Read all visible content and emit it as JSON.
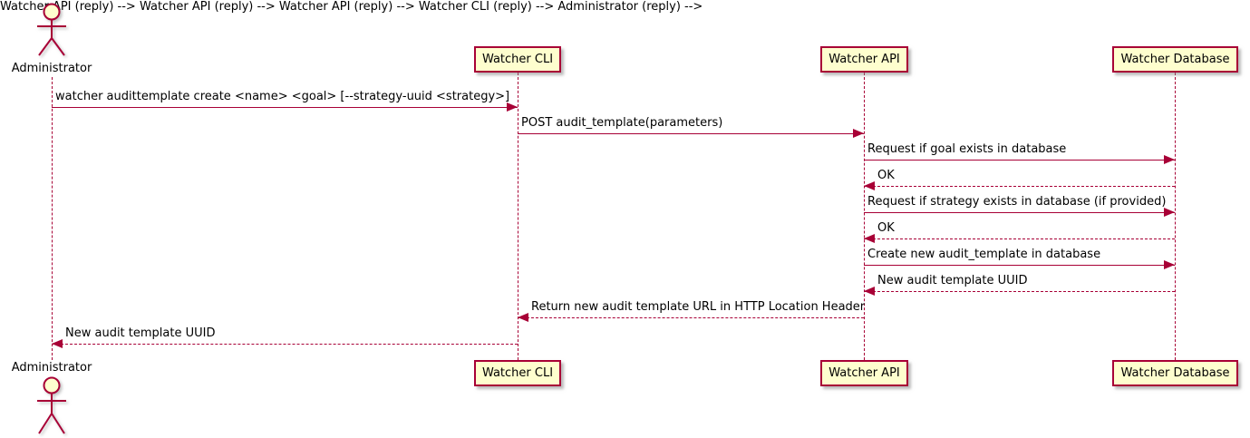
{
  "diagram": {
    "type": "sequence-diagram",
    "tool_style": "plantuml"
  },
  "colors": {
    "participant_fill": "#FEFECE",
    "line_and_border": "#A80036",
    "text": "#000000",
    "background": "#FFFFFF"
  },
  "participants": [
    {
      "id": "administrator",
      "kind": "actor",
      "label": "Administrator"
    },
    {
      "id": "watcher-cli",
      "kind": "participant",
      "label": "Watcher CLI"
    },
    {
      "id": "watcher-api",
      "kind": "participant",
      "label": "Watcher API"
    },
    {
      "id": "watcher-database",
      "kind": "participant",
      "label": "Watcher Database"
    }
  ],
  "messages": [
    {
      "from": "Administrator",
      "to": "Watcher CLI",
      "style": "solid",
      "label": "watcher audittemplate create <name> <goal> [--strategy-uuid <strategy>]"
    },
    {
      "from": "Watcher CLI",
      "to": "Watcher API",
      "style": "solid",
      "label": "POST audit_template(parameters)"
    },
    {
      "from": "Watcher API",
      "to": "Watcher Database",
      "style": "solid",
      "label": "Request if goal exists in database"
    },
    {
      "from": "Watcher Database",
      "to": "Watcher API",
      "style": "dashed",
      "label": "OK"
    },
    {
      "from": "Watcher API",
      "to": "Watcher Database",
      "style": "solid",
      "label": "Request if strategy exists in database (if provided)"
    },
    {
      "from": "Watcher Database",
      "to": "Watcher API",
      "style": "dashed",
      "label": "OK"
    },
    {
      "from": "Watcher API",
      "to": "Watcher Database",
      "style": "solid",
      "label": "Create new audit_template in database"
    },
    {
      "from": "Watcher Database",
      "to": "Watcher API",
      "style": "dashed",
      "label": "New audit template UUID"
    },
    {
      "from": "Watcher API",
      "to": "Watcher CLI",
      "style": "dashed",
      "label": "Return new audit template URL in HTTP Location Header"
    },
    {
      "from": "Watcher CLI",
      "to": "Administrator",
      "style": "dashed",
      "label": "New audit template UUID"
    }
  ]
}
